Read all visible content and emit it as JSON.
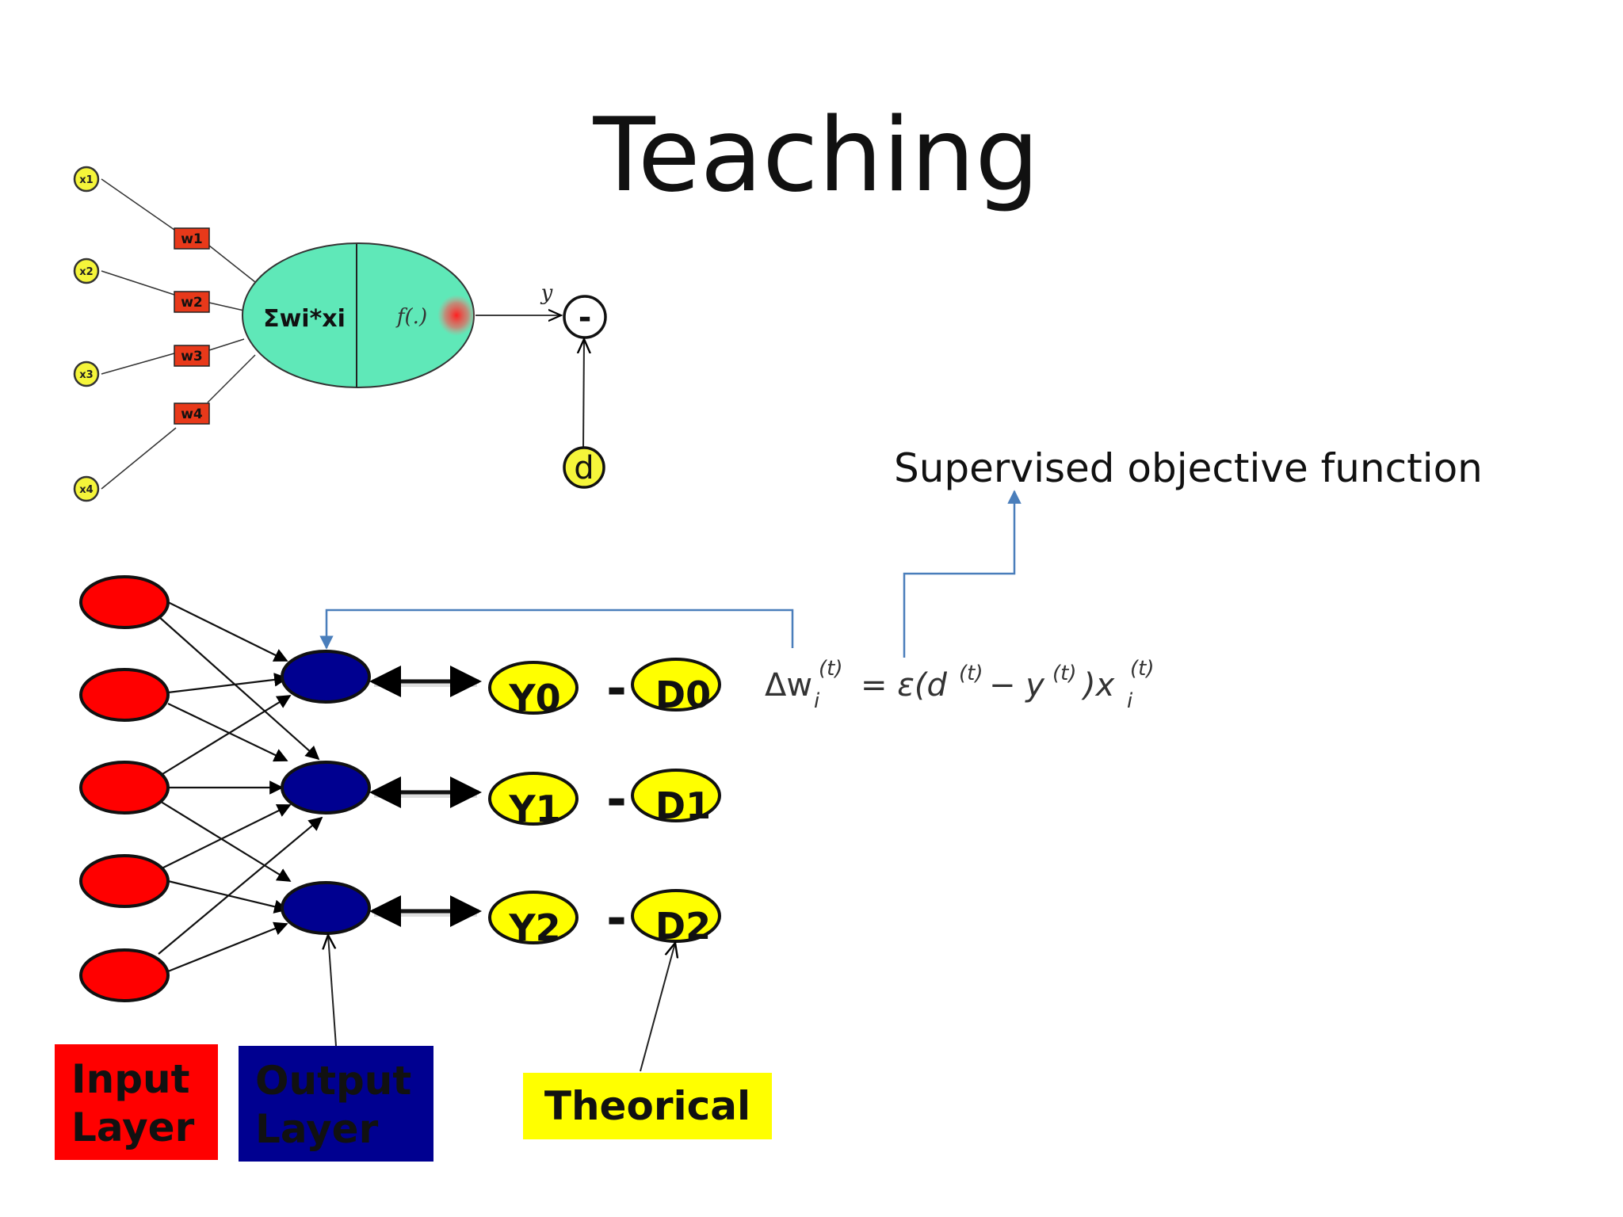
{
  "slide": {
    "title": "Teaching",
    "objective_label": "Supervised objective function"
  },
  "perceptron": {
    "inputs": [
      "x1",
      "x2",
      "x3",
      "x4"
    ],
    "weights": [
      "w1",
      "w2",
      "w3",
      "w4"
    ],
    "sum_label": "Σwi*xi",
    "activation_label": "f(.)",
    "output_label": "y",
    "compare_symbol": "-",
    "desired_label": "d",
    "colors": {
      "input": "#f5f53a",
      "weight": "#e8391a",
      "body": "#5fe8b8"
    }
  },
  "network": {
    "outputs": [
      "Y0",
      "Y1",
      "Y2"
    ],
    "targets": [
      "D0",
      "D1",
      "D2"
    ],
    "minus_symbol": "-",
    "colors": {
      "input_node": "#ff0000",
      "output_node": "#000090",
      "target": "#ffff00"
    }
  },
  "formula": {
    "delta": "Δw",
    "sub_i": "i",
    "sup_t": "(t)",
    "eq": "= ε(d",
    "minus_y": " − y",
    "close_x": ")x"
  },
  "legend": {
    "input": {
      "line1": "Input",
      "line2": "Layer",
      "color": "#ff0000"
    },
    "output": {
      "line1": "Output",
      "line2": "Layer",
      "color": "#000090"
    },
    "theorical": {
      "label": "Theorical",
      "color": "#ffff00"
    }
  }
}
